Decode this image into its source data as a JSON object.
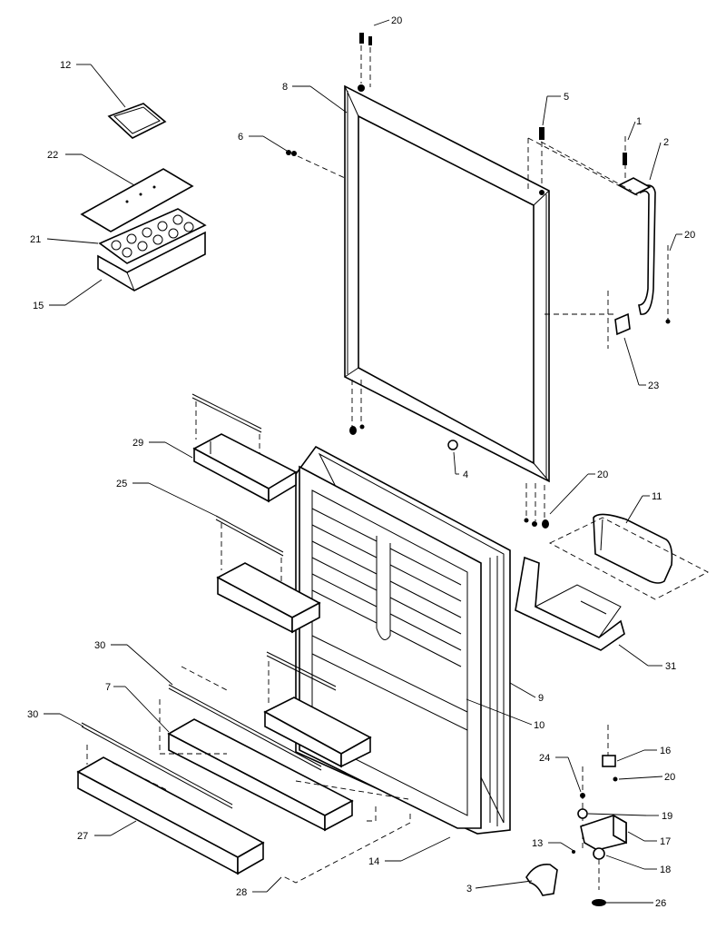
{
  "diagram": {
    "callouts": [
      {
        "id": "c-20-top",
        "label": "20"
      },
      {
        "id": "c-12",
        "label": "12"
      },
      {
        "id": "c-8",
        "label": "8"
      },
      {
        "id": "c-5",
        "label": "5"
      },
      {
        "id": "c-1",
        "label": "1"
      },
      {
        "id": "c-2",
        "label": "2"
      },
      {
        "id": "c-6",
        "label": "6"
      },
      {
        "id": "c-22",
        "label": "22"
      },
      {
        "id": "c-21",
        "label": "21"
      },
      {
        "id": "c-20-right",
        "label": "20"
      },
      {
        "id": "c-15",
        "label": "15"
      },
      {
        "id": "c-23",
        "label": "23"
      },
      {
        "id": "c-29",
        "label": "29"
      },
      {
        "id": "c-4",
        "label": "4"
      },
      {
        "id": "c-20-mid",
        "label": "20"
      },
      {
        "id": "c-25",
        "label": "25"
      },
      {
        "id": "c-11",
        "label": "11"
      },
      {
        "id": "c-31",
        "label": "31"
      },
      {
        "id": "c-30-a",
        "label": "30"
      },
      {
        "id": "c-7",
        "label": "7"
      },
      {
        "id": "c-9",
        "label": "9"
      },
      {
        "id": "c-30-b",
        "label": "30"
      },
      {
        "id": "c-10",
        "label": "10"
      },
      {
        "id": "c-24",
        "label": "24"
      },
      {
        "id": "c-16",
        "label": "16"
      },
      {
        "id": "c-20-low",
        "label": "20"
      },
      {
        "id": "c-19",
        "label": "19"
      },
      {
        "id": "c-27",
        "label": "27"
      },
      {
        "id": "c-13",
        "label": "13"
      },
      {
        "id": "c-17",
        "label": "17"
      },
      {
        "id": "c-14",
        "label": "14"
      },
      {
        "id": "c-18",
        "label": "18"
      },
      {
        "id": "c-28",
        "label": "28"
      },
      {
        "id": "c-3",
        "label": "3"
      },
      {
        "id": "c-26",
        "label": "26"
      }
    ]
  }
}
